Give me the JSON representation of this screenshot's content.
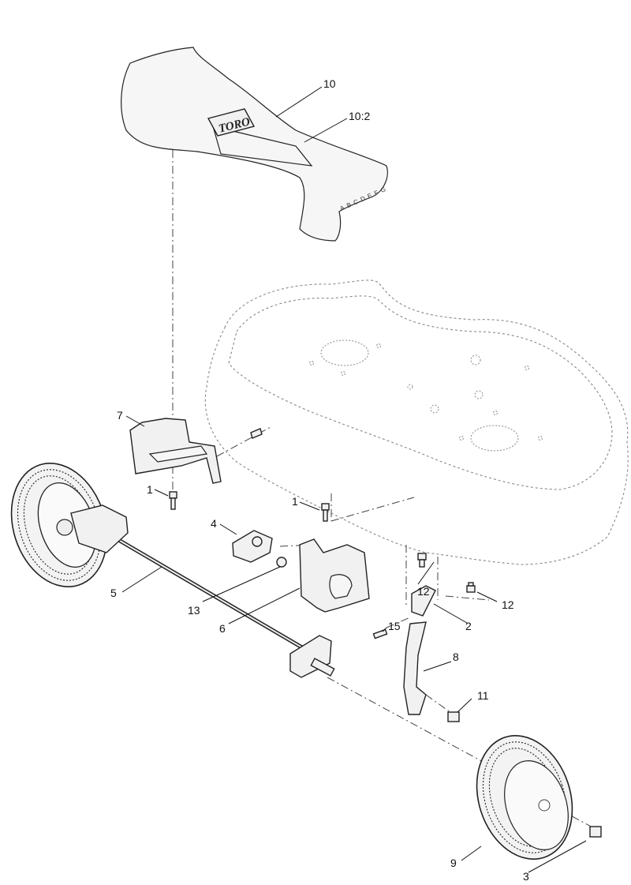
{
  "diagram": {
    "callouts": {
      "c10": "10",
      "c10_2": "10:2",
      "c7": "7",
      "c1a": "1",
      "c1b": "1",
      "c4": "4",
      "c5": "5",
      "c13": "13",
      "c6": "6",
      "c12a": "12",
      "c12b": "12",
      "c2": "2",
      "c15": "15",
      "c8": "8",
      "c11": "11",
      "c9": "9",
      "c3": "3"
    },
    "logo": "TORO",
    "height_letters": "ABCDEFG"
  }
}
